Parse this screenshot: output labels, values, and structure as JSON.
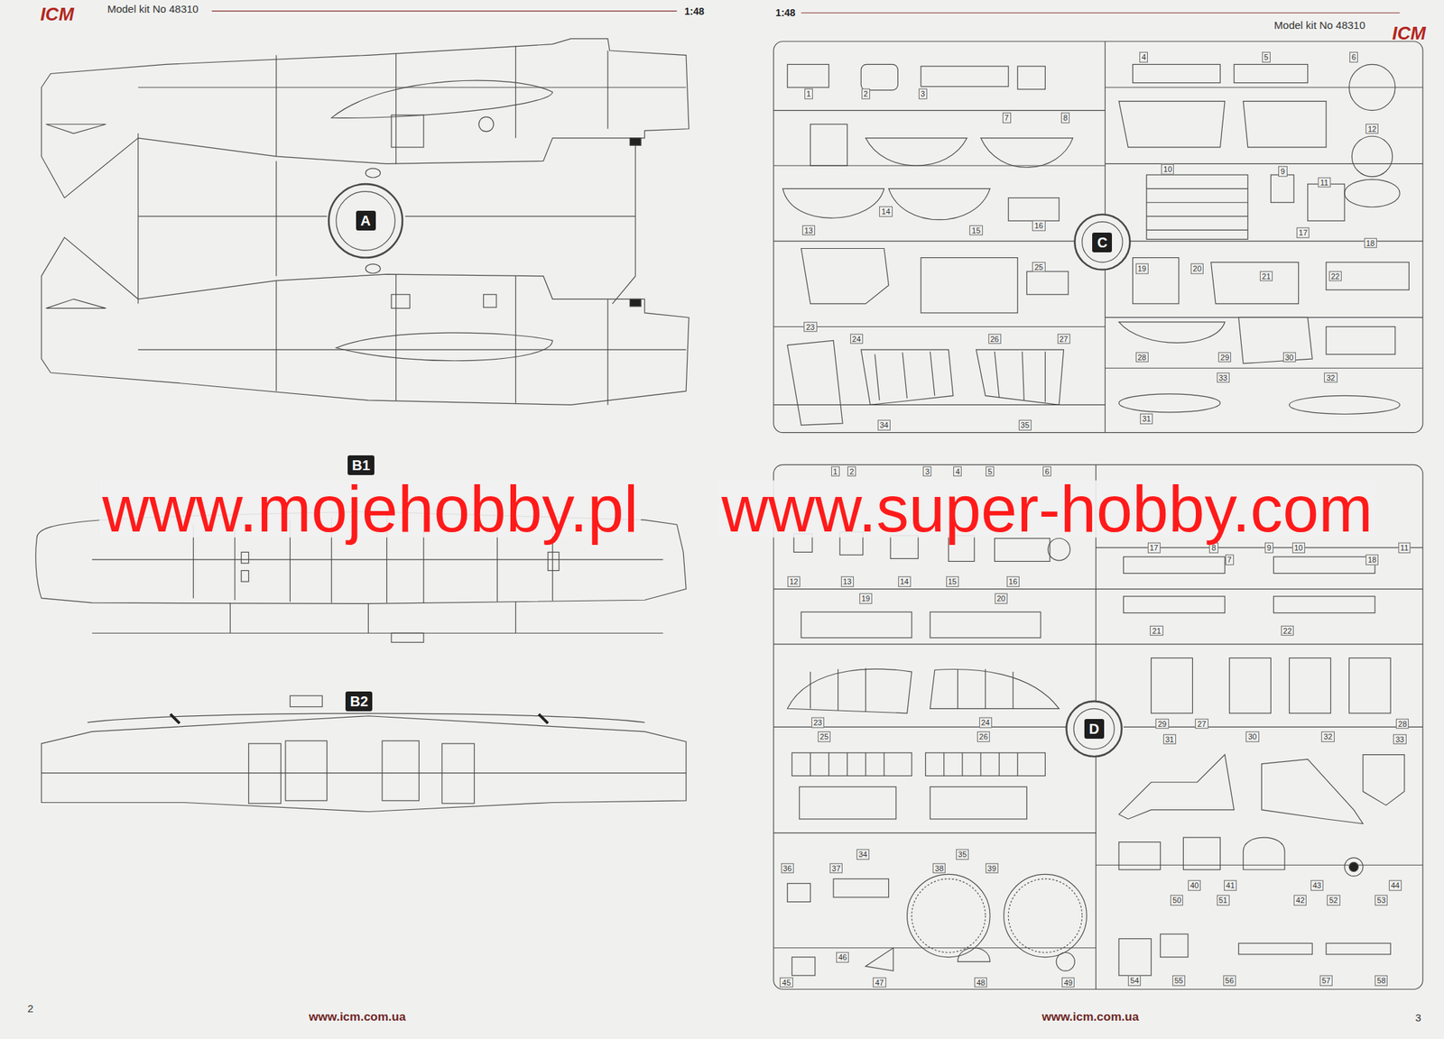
{
  "diagram": {
    "nodes": [
      {
        "text": [
          "A"
        ]
      },
      {
        "text": [
          "B1"
        ]
      },
      {
        "text": [
          "B2"
        ]
      },
      {
        "text": [
          "C"
        ]
      },
      {
        "text": [
          "D"
        ]
      }
    ],
    "labels": [
      "ICM",
      "Model kit No 48310",
      "1:48",
      "1:48",
      "Model kit No 48310",
      "ICM",
      "1",
      "2",
      "3",
      "4",
      "5",
      "6",
      "7",
      "8",
      "9",
      "10",
      "11",
      "12",
      "13",
      "14",
      "15",
      "16",
      "17",
      "18",
      "19",
      "20",
      "21",
      "22",
      "23",
      "24",
      "25",
      "26",
      "27",
      "28",
      "29",
      "30",
      "31",
      "32",
      "33",
      "34",
      "35",
      "1",
      "2",
      "3",
      "4",
      "5",
      "6",
      "7",
      "8",
      "9",
      "10",
      "11",
      "12",
      "13",
      "14",
      "15",
      "16",
      "17",
      "18",
      "19",
      "20",
      "21",
      "22",
      "23",
      "24",
      "25",
      "26",
      "27",
      "28",
      "29",
      "30",
      "31",
      "32",
      "33",
      "34",
      "35",
      "36",
      "37",
      "38",
      "39",
      "40",
      "41",
      "42",
      "43",
      "44",
      "45",
      "46",
      "47",
      "48",
      "49",
      "50",
      "51",
      "52",
      "53",
      "54",
      "55",
      "56",
      "57",
      "58",
      "www.mojehobby.pl",
      "www.super-hobby.com",
      "2",
      "www.icm.com.ua",
      "www.icm.com.ua",
      "3"
    ]
  }
}
